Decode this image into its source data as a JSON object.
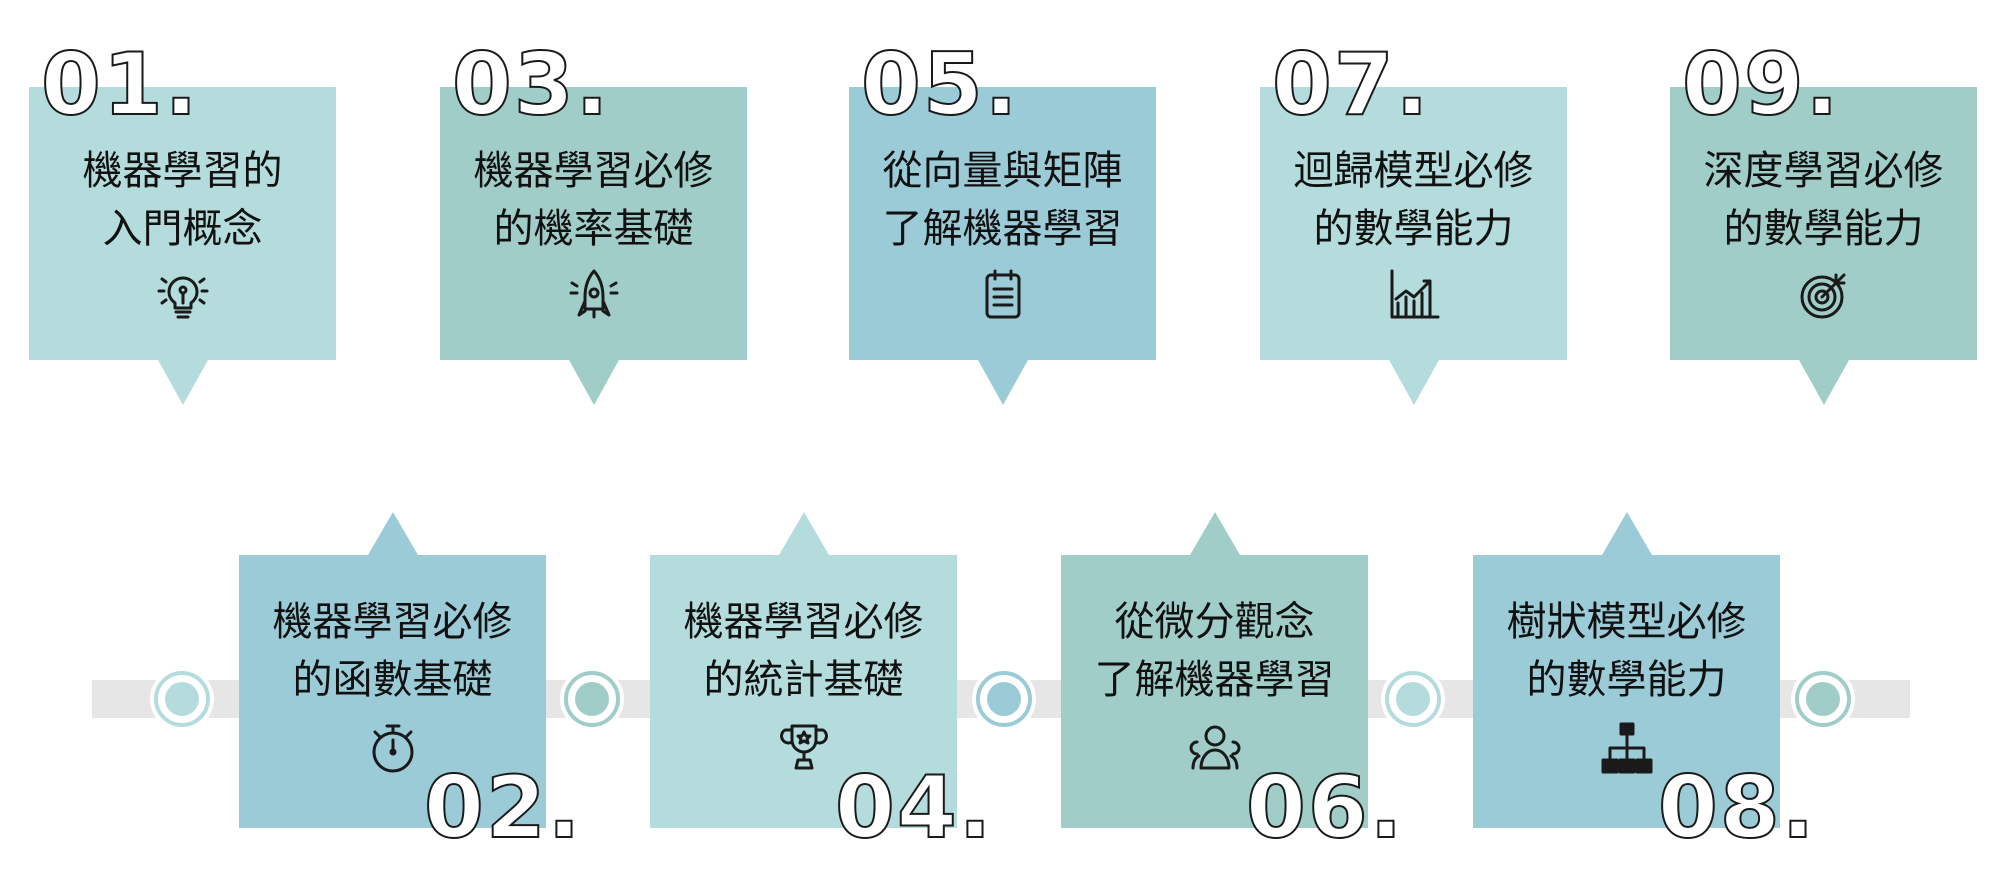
{
  "colors": {
    "light": "#b5dcdd",
    "blue": "#9ccbd8",
    "green": "#a1cdc8",
    "track": "#e6e6e6"
  },
  "steps": [
    {
      "number": "01.",
      "line1": "機器學習的",
      "line2": "入門概念",
      "icon": "lightbulb-icon"
    },
    {
      "number": "02.",
      "line1": "機器學習必修",
      "line2": "的函數基礎",
      "icon": "stopwatch-icon"
    },
    {
      "number": "03.",
      "line1": "機器學習必修",
      "line2": "的機率基礎",
      "icon": "rocket-icon"
    },
    {
      "number": "04.",
      "line1": "機器學習必修",
      "line2": "的統計基礎",
      "icon": "trophy-icon"
    },
    {
      "number": "05.",
      "line1": "從向量與矩陣",
      "line2": "了解機器學習",
      "icon": "clipboard-icon"
    },
    {
      "number": "06.",
      "line1": "從微分觀念",
      "line2": "了解機器學習",
      "icon": "team-icon"
    },
    {
      "number": "07.",
      "line1": "迴歸模型必修",
      "line2": "的數學能力",
      "icon": "growth-chart-icon"
    },
    {
      "number": "08.",
      "line1": "樹狀模型必修",
      "line2": "的數學能力",
      "icon": "hierarchy-icon"
    },
    {
      "number": "09.",
      "line1": "深度學習必修",
      "line2": "的數學能力",
      "icon": "target-icon"
    }
  ]
}
